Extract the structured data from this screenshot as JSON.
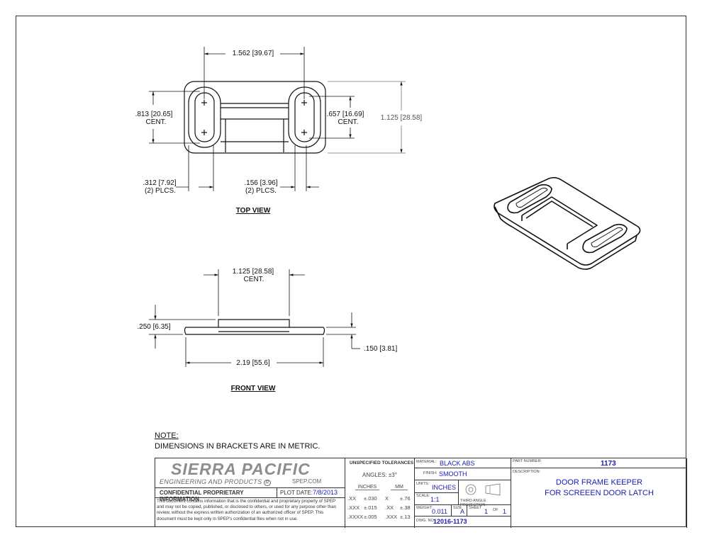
{
  "top_view": {
    "title": "TOP VIEW",
    "dim_width": "1.562 [39.67]",
    "dim_left_h1": ".813 [20.65]",
    "dim_left_h2": "CENT.",
    "dim_right_h1": ".657 [16.69]",
    "dim_right_h2": "CENT.",
    "dim_overall_h": "1.125 [28.58]",
    "dim_slot_w1": ".312 [7.92]",
    "dim_slot_w2": "(2) PLCS.",
    "dim_slot_in1": ".156 [3.96]",
    "dim_slot_in2": "(2) PLCS."
  },
  "front_view": {
    "title": "FRONT VIEW",
    "dim_top1": "1.125 [28.58]",
    "dim_top2": "CENT.",
    "dim_height": ".250 [6.35]",
    "dim_base": ".150 [3.81]",
    "dim_length": "2.19 [55.6]"
  },
  "note": {
    "label": "NOTE:",
    "text": "DIMENSIONS IN BRACKETS ARE IN METRIC."
  },
  "title_block": {
    "company": "SIERRA PACIFIC",
    "company_sub": "ENGINEERING AND PRODUCTS",
    "url": "SPEP.COM",
    "confidential": "CONFIDENTIAL PROPRIETARY INFORMATION",
    "plot_date_label": "PLOT DATE:",
    "plot_date": "7/8/2013",
    "disclaimer": "This document contains information that is the confidential and proprietary property of SPEP and may not be copied, published, or disclosed to others, or used for any purpose other than review, without the express written authorization of an authorized officer of SPEP. This document must be kept only in SPEP's confidential files when not in use.",
    "tol_title": "UNSPECIFIED TOLERANCES",
    "tol_angles": "ANGLES: ±3°",
    "tol_inches": "INCHES",
    "tol_mm": "MM",
    "tol_rows": [
      {
        "a": ".XX",
        "b": "±.030",
        "c": "X",
        "d": "±.76"
      },
      {
        "a": ".XXX",
        "b": "±.015",
        "c": ".XX",
        "d": "±.38"
      },
      {
        "a": ".XXXX",
        "b": "±.005",
        "c": ".XXX",
        "d": "±.13"
      }
    ],
    "material_label": "MATERIAL:",
    "material": "BLACK ABS",
    "finish_label": "FINISH:",
    "finish": "SMOOTH",
    "units_label": "UNITS:",
    "units": "INCHES",
    "scale_label": "SCALE:",
    "scale": "1:1",
    "projection": "THIRD ANGLE PROJECTION",
    "weight_label": "WEIGHT:",
    "weight": "0.011",
    "size_label": "SIZE",
    "size": "A",
    "sheet_label": "SHEET",
    "sheet": "1",
    "of_label": "OF",
    "of": "1",
    "dwg_label": "DWG. NO.",
    "dwg": "12016-1173",
    "part_label": "PART NUMBER:",
    "part": "1173",
    "desc_label": "DESCRIPTION:",
    "desc1": "DOOR FRAME KEEPER",
    "desc2": "FOR SCREEEN DOOR LATCH"
  }
}
